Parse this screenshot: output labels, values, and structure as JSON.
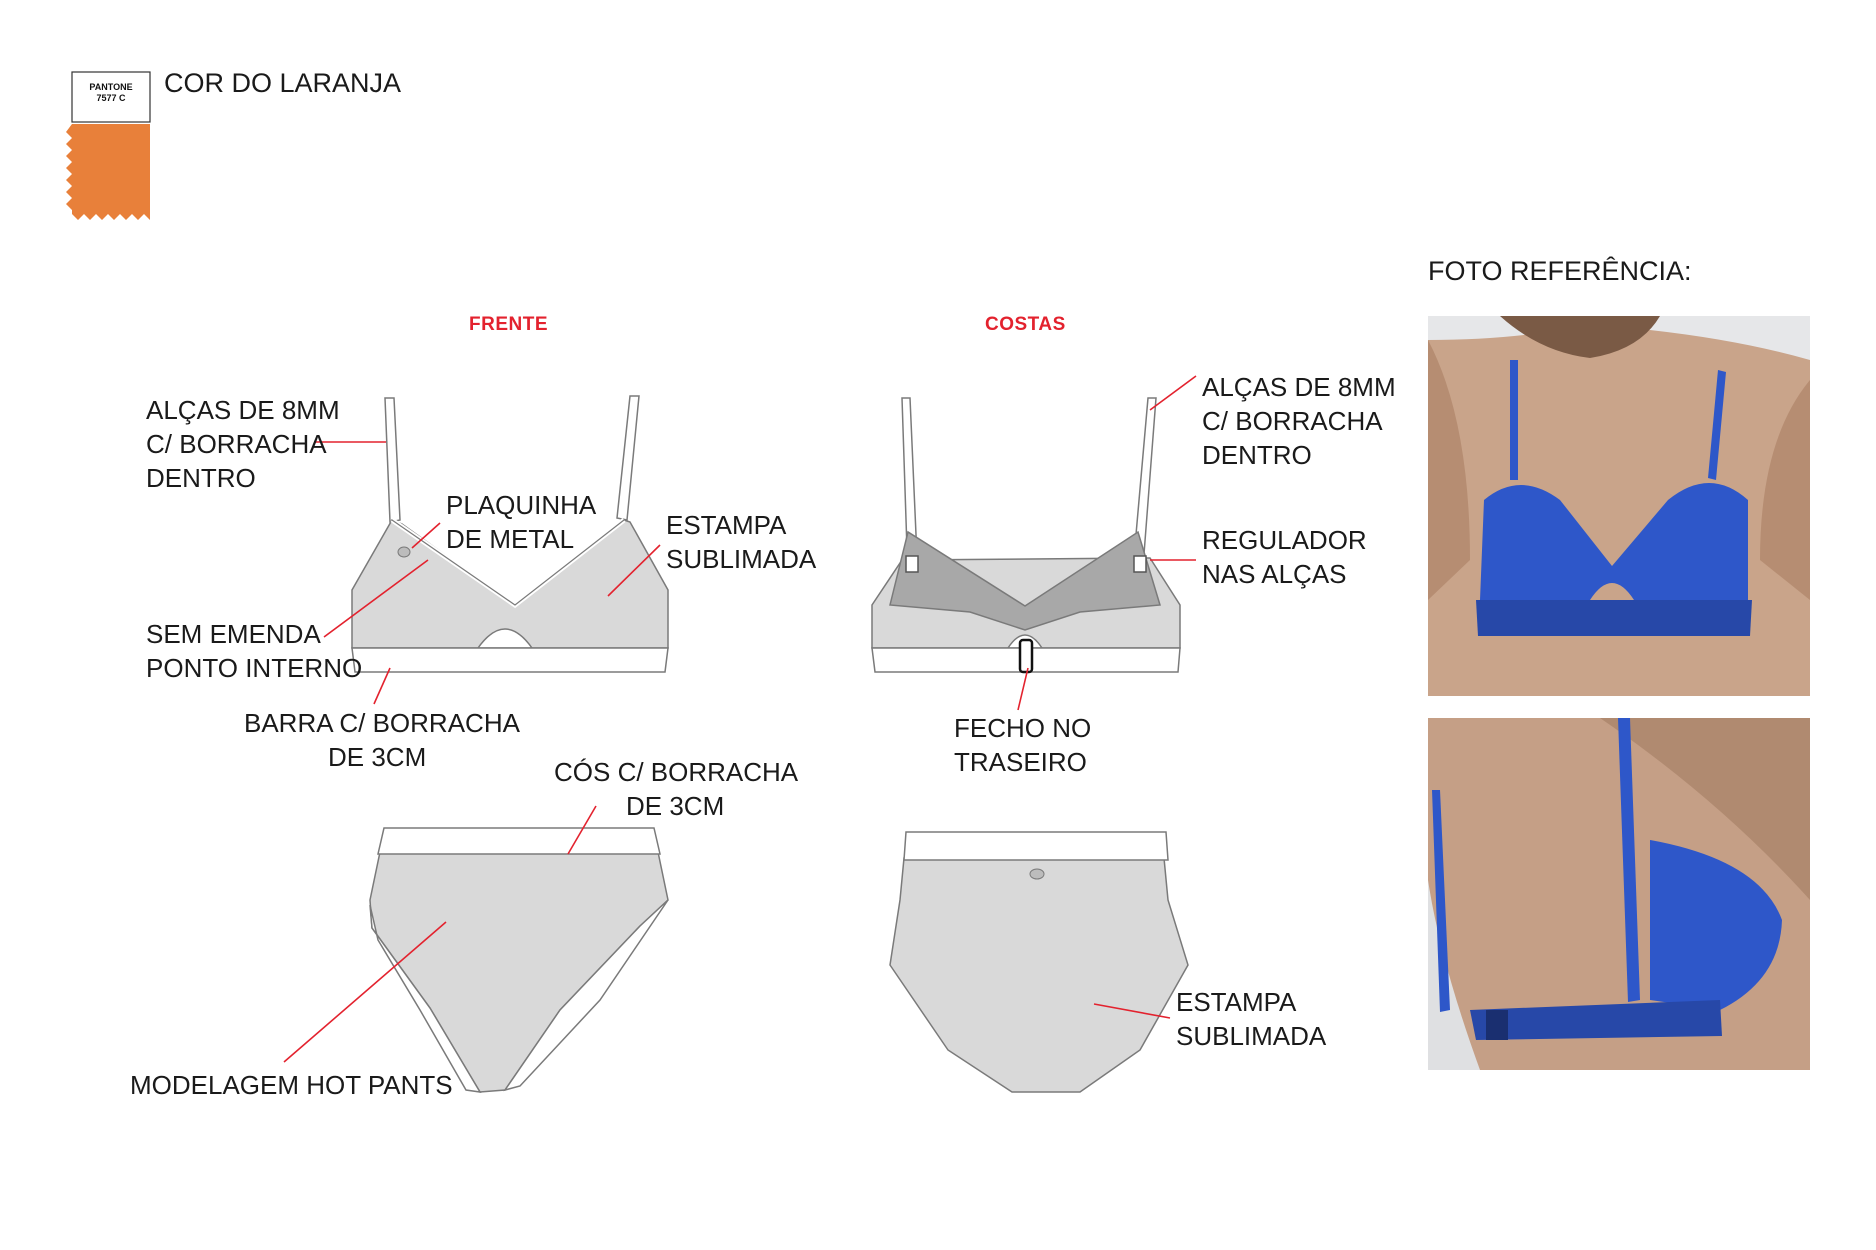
{
  "swatch": {
    "brand": "PANTONE",
    "code": "7577 C",
    "color": "#E8803A",
    "caption": "COR DO LARANJA"
  },
  "views": {
    "front_title": "FRENTE",
    "back_title": "COSTAS"
  },
  "reference": {
    "title": "FOTO REFERÊNCIA:",
    "garment_color": "#2E57C9"
  },
  "labels": {
    "front_straps": [
      "ALÇAS DE 8MM",
      "C/ BORRACHA",
      "DENTRO"
    ],
    "metal_plate": [
      "PLAQUINHA",
      "DE METAL"
    ],
    "front_print": [
      "ESTAMPA",
      "SUBLIMADA"
    ],
    "seamless": [
      "SEM EMENDA",
      "PONTO INTERNO"
    ],
    "hem": [
      "BARRA C/ BORRACHA",
      "DE 3CM"
    ],
    "back_straps": [
      "ALÇAS DE 8MM",
      "C/ BORRACHA",
      "DENTRO"
    ],
    "adjuster": [
      "REGULADOR",
      "NAS ALÇAS"
    ],
    "closure": [
      "FECHO NO",
      "TRASEIRO"
    ],
    "waistband": [
      "CÓS C/ BORRACHA",
      "DE 3CM"
    ],
    "hot_pants": [
      "MODELAGEM HOT PANTS"
    ],
    "back_print": [
      "ESTAMPA",
      "SUBLIMADA"
    ]
  },
  "colors": {
    "fabric": "#D9D9D9",
    "inner": "#A8A8A8",
    "band": "#FFFFFF",
    "callout": "#E3222E",
    "outline": "#7A7A7A"
  }
}
